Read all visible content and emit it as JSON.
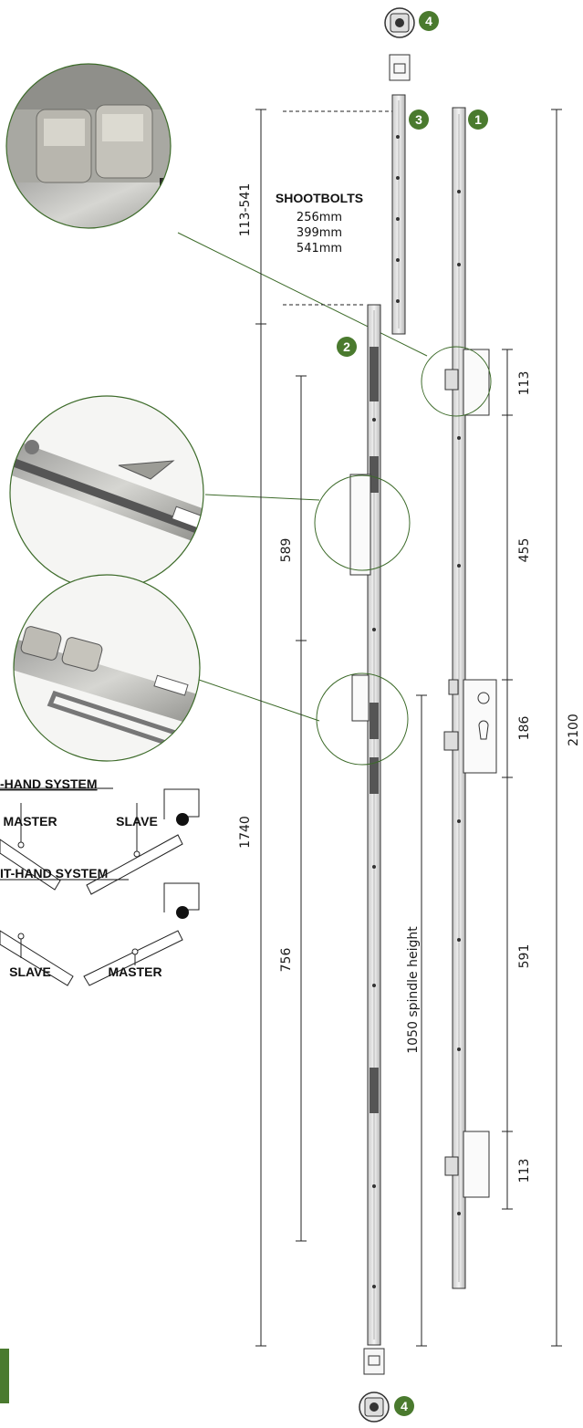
{
  "shootbolts": {
    "title": "SHOOTBOLTS",
    "sizes": [
      "256mm",
      "399mm",
      "541mm"
    ]
  },
  "dimensions": {
    "shootbolt_range": "113-541",
    "total_1740": "1740",
    "d589": "589",
    "d756": "756",
    "spindle_height": "1050 spindle height",
    "r113_top": "113",
    "r455": "455",
    "r186": "186",
    "r591": "591",
    "r113_bottom": "113",
    "total_2100": "2100"
  },
  "badges": {
    "b1": "1",
    "b2": "2",
    "b3": "3",
    "b4_top": "4",
    "b4_bottom": "4"
  },
  "systems": {
    "left_hand": {
      "title": "-HAND SYSTEM",
      "left_label": "MASTER",
      "right_label": "SLAVE"
    },
    "right_hand": {
      "title": "IT-HAND SYSTEM",
      "left_label": "SLAVE",
      "right_label": "MASTER"
    }
  },
  "colors": {
    "accent": "#4a7a2e",
    "line": "#222222",
    "zoom_circle": "#3d6b2a"
  }
}
